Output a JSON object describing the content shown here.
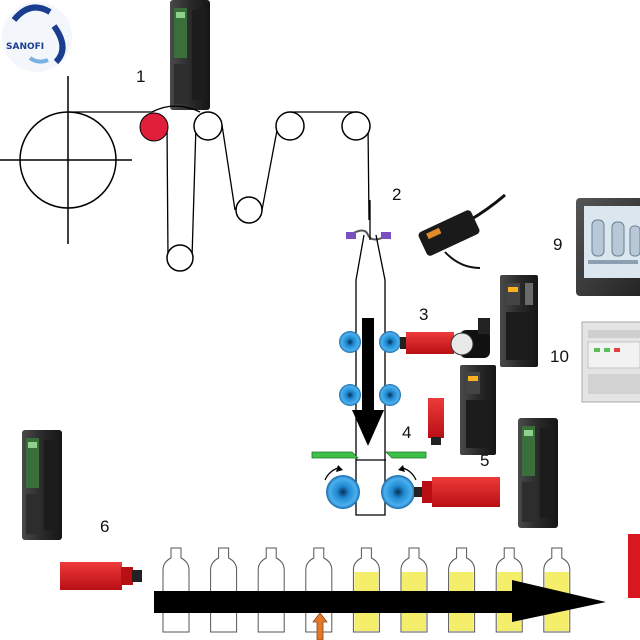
{
  "logo": {
    "text": "SANOFI",
    "colors": {
      "primary": "#1a3d8f",
      "accent": "#7ab0e0"
    }
  },
  "labels": [
    "1",
    "2",
    "3",
    "4",
    "5",
    "6",
    "9",
    "10"
  ],
  "components": {
    "inverter_icon": "inverter-drive-icon",
    "servo_drive_icon": "servo-drive-icon",
    "servo_motor_icon": "servo-motor-icon",
    "fiber_sensor_icon": "fiber-optic-sensor-icon",
    "hmi_icon": "hmi-touchscreen-icon",
    "plc_icon": "plc-controller-icon",
    "motor_icon": "red-motor-icon",
    "bottle_icon": "bottle-icon"
  },
  "bottles": {
    "count": 9,
    "filled_count": 5
  },
  "colors": {
    "tension_roller": "#e0203a",
    "motor": "#d8181e",
    "roller_blue": "#1e88d0",
    "cutter": "#3cc04a",
    "fill": "#f4ee6a",
    "arrow": "#000000",
    "marker": "#e07a2a"
  }
}
